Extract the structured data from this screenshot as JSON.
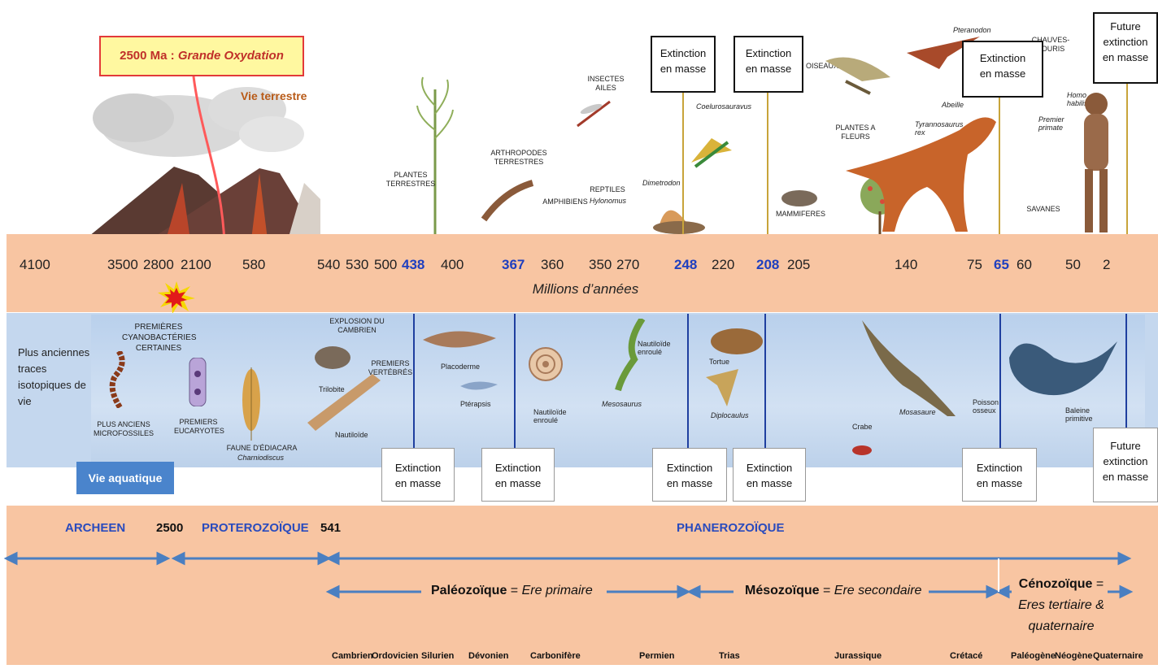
{
  "top_band": {
    "oxidation": {
      "year": "2500 Ma :",
      "label": "Grande Oxydation"
    },
    "terrestrial_life": "Vie terrestre",
    "labels": {
      "plantes_terrestres": "PLANTES TERRESTRES",
      "insectes": "INSECTES AILES",
      "arthropodes": "ARTHROPODES TERRESTRES",
      "amphibiens": "AMPHIBIENS",
      "reptiles": "REPTILES",
      "hylonomus": "Hylonomus",
      "dimetrodon": "Dimetrodon",
      "coelurosauravus": "Coelurosauravus",
      "oiseaux": "OISEAUX",
      "plantes_fleurs": "PLANTES A FLEURS",
      "mammiferes": "MAMMIFERES",
      "pteranodon": "Pteranodon",
      "abeille": "Abeille",
      "trex": "Tyrannosaurus rex",
      "chauves_souris": "CHAUVES-SOURIS",
      "homo": "Homo habilis",
      "primate": "Premier primate",
      "savanes": "SAVANES"
    },
    "extinction_boxes": [
      {
        "line1": "Extinction",
        "line2": "en masse"
      },
      {
        "line1": "Extinction",
        "line2": "en masse"
      },
      {
        "line1": "Extinction",
        "line2": "en masse"
      },
      {
        "line1": "Future",
        "line2": "extinction",
        "line3": "en masse"
      }
    ]
  },
  "timeline": {
    "years": [
      "4100",
      "3500",
      "2800",
      "2100",
      "580",
      "540",
      "530",
      "500",
      "438",
      "400",
      "367",
      "360",
      "350",
      "270",
      "248",
      "220",
      "208",
      "205",
      "140",
      "75",
      "65",
      "60",
      "50",
      "2"
    ],
    "unit": "Millions d’années"
  },
  "sea_band": {
    "oldest_life": "Plus anciennes traces isotopiques de vie",
    "aquatic_life": "Vie aquatique",
    "labels": {
      "cyano": "PREMIÈRES CYANOBACTÉRIES CERTAINES",
      "microfossiles": "PLUS ANCIENS MICROFOSSILES",
      "eucaryotes": "PREMIERS EUCARYOTES",
      "ediacara": "FAUNE D'ÉDIACARA",
      "charniodiscus": "Charniodiscus",
      "cambrien": "EXPLOSION DU CAMBRIEN",
      "trilobite": "Trilobite",
      "vertebres": "PREMIERS VERTÉBRÉS",
      "nautiloide": "Nautiloïde",
      "placoderme": "Placoderme",
      "pterapsis": "Ptérapsis",
      "nautiloide_enroule": "Nautiloïde enroulé",
      "mesosaurus": "Mesosaurus",
      "tortue": "Tortue",
      "diplocaulus": "Diplocaulus",
      "crabe": "Crabe",
      "mosasaure": "Mosasaure",
      "poisson": "Poisson osseux",
      "baleine": "Baleine primitive"
    },
    "extinction_boxes": [
      {
        "line1": "Extinction",
        "line2": "en masse"
      },
      {
        "line1": "Extinction",
        "line2": "en masse"
      },
      {
        "line1": "Extinction",
        "line2": "en masse"
      },
      {
        "line1": "Extinction",
        "line2": "en masse"
      },
      {
        "line1": "Extinction",
        "line2": "en masse"
      },
      {
        "line1": "Future",
        "line2": "extinction",
        "line3": "en masse"
      }
    ]
  },
  "eons": {
    "archeen": "ARCHEEN",
    "b1": "2500",
    "proterozoique": "PROTEROZOÏQUE",
    "b2": "541",
    "phanerozoique": "PHANEROZOÏQUE"
  },
  "eras": {
    "paleo_name": "Paléozoïque",
    "paleo_desc": "Ere primaire",
    "meso_name": "Mésozoïque",
    "meso_desc": "Ere secondaire",
    "ceno_name": "Cénozoïque",
    "ceno_desc1": "Eres tertiaire &",
    "ceno_desc2": "quaternaire"
  },
  "periods": [
    "Cambrien",
    "Ordovicien",
    "Silurien",
    "Dévonien",
    "Carbonifère",
    "Permien",
    "Trias",
    "Jurassique",
    "Crétacé",
    "Paléogène",
    "Néogène",
    "Quaternaire"
  ],
  "colors": {
    "band": "#f8c5a2",
    "sea": "#c4d7ee",
    "eon_blue": "#2a4bbd",
    "arrow": "#4a7fc1",
    "oxidation_red": "#e23a3a",
    "gold_line": "#c8a43a"
  }
}
